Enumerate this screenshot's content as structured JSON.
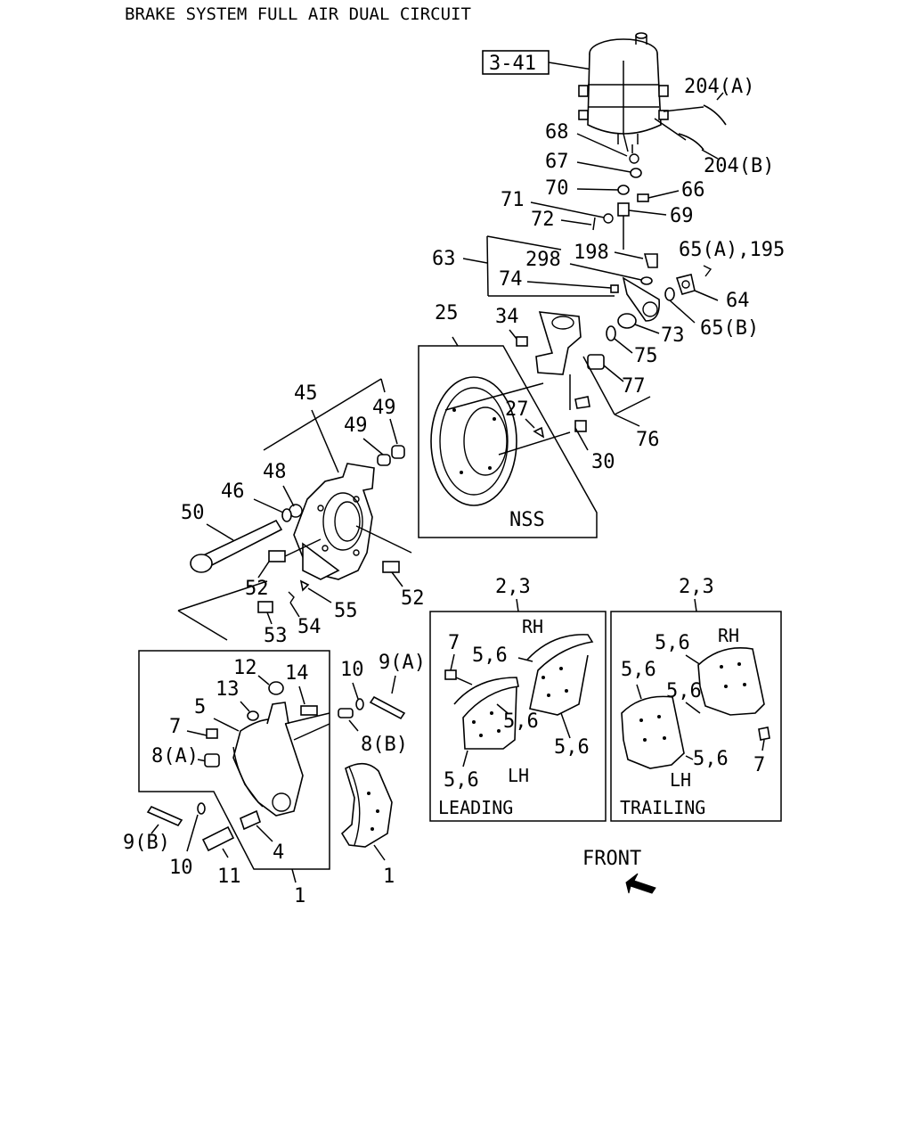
{
  "title": "BRAKE SYSTEM FULL AIR DUAL CIRCUIT",
  "ref_box": "3-41",
  "labels": {
    "l204a": "204(A)",
    "l204b": "204(B)",
    "l68": "68",
    "l67": "67",
    "l70": "70",
    "l66": "66",
    "l71": "71",
    "l69": "69",
    "l72": "72",
    "l198": "198",
    "l65a195": "65(A),195",
    "l63": "63",
    "l298": "298",
    "l74": "74",
    "l64": "64",
    "l25": "25",
    "l34": "34",
    "l65b": "65(B)",
    "l73": "73",
    "l75": "75",
    "l77": "77",
    "l76": "76",
    "l27": "27",
    "l30": "30",
    "l45": "45",
    "l49a": "49",
    "l49b": "49",
    "l48": "48",
    "l46": "46",
    "l50": "50",
    "l52a": "52",
    "l52b": "52",
    "l55": "55",
    "l53": "53",
    "l54": "54",
    "nss": "NSS",
    "l12": "12",
    "l13": "13",
    "l14": "14",
    "l5": "5",
    "l7a": "7",
    "l8a": "8(A)",
    "l10a": "10",
    "l9a": "9(A)",
    "l8b": "8(B)",
    "l9b": "9(B)",
    "l10b": "10",
    "l11": "11",
    "l4": "4",
    "l1a": "1",
    "l1b": "1",
    "l23a": "2,3",
    "l23b": "2,3",
    "p1_7": "7",
    "p1_56a": "5,6",
    "p1_rh": "RH",
    "p1_56b": "5,6",
    "p1_56c": "5,6",
    "p1_56d": "5,6",
    "p1_lh": "LH",
    "p1_cap": "LEADING",
    "p2_56a": "5,6",
    "p2_rh": "RH",
    "p2_56b": "5,6",
    "p2_56c": "5,6",
    "p2_56d": "5,6",
    "p2_7": "7",
    "p2_lh": "LH",
    "p2_cap": "TRAILING",
    "front": "FRONT"
  }
}
